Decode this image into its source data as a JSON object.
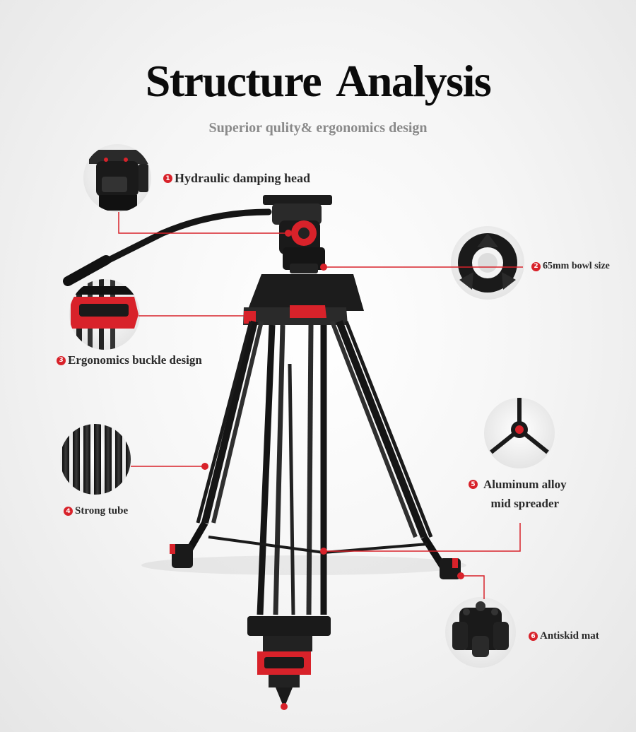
{
  "header": {
    "title": "Structure Analysis",
    "subtitle": "Superior qulity& ergonomics  design"
  },
  "colors": {
    "accent": "#d8222a",
    "text": "#2a2a2a",
    "subtitle": "#8a8a8a",
    "metal": "#1c1c1c"
  },
  "features": [
    {
      "number": "1",
      "label": "Hydraulic  damping head"
    },
    {
      "number": "2",
      "label": "65mm bowl size"
    },
    {
      "number": "3",
      "label": "Ergonomics buckle design"
    },
    {
      "number": "4",
      "label": "Strong tube"
    },
    {
      "number": "5",
      "label_line1": "Aluminum alloy",
      "label_line2": "mid  spreader"
    },
    {
      "number": "6",
      "label": "Antiskid mat"
    }
  ]
}
